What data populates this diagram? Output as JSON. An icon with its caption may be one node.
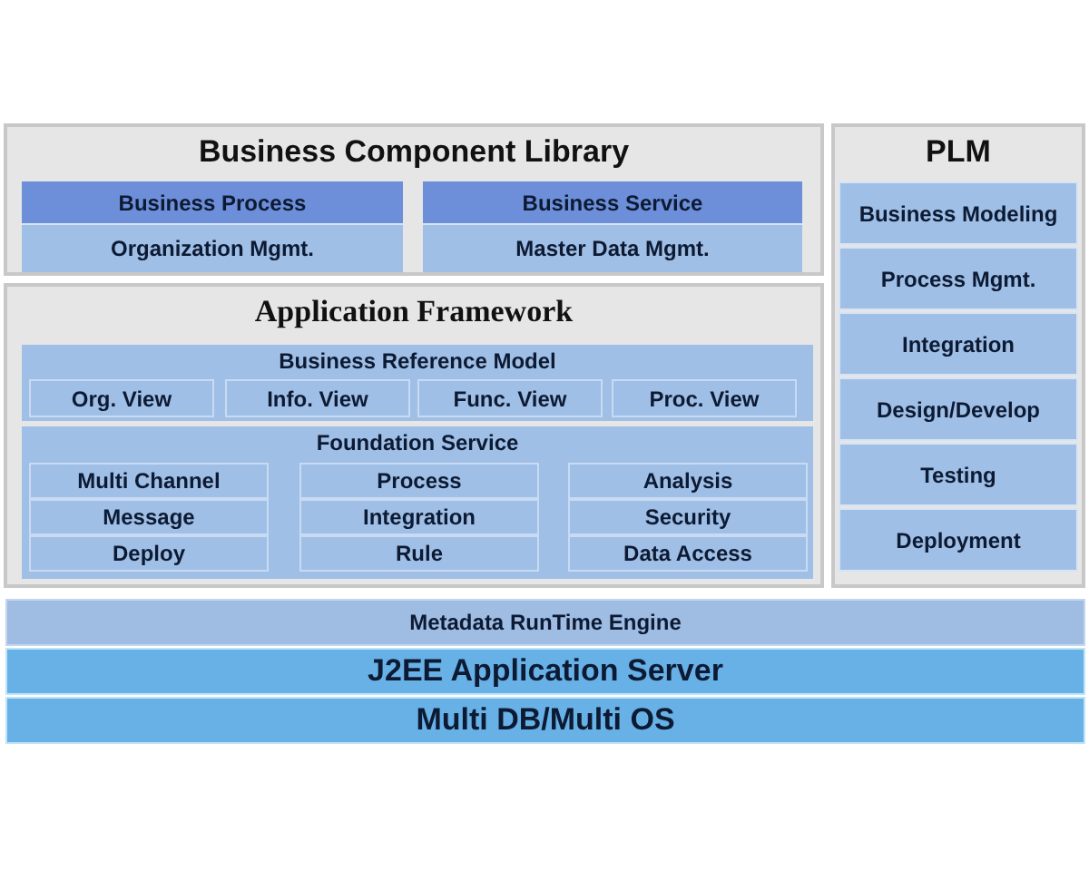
{
  "diagram": {
    "nodes": [
      {
        "text": [
          "Business Component Library"
        ]
      },
      {
        "text": [
          "Business Process"
        ],
        "in": 0
      },
      {
        "text": [
          "Organization Mgmt."
        ],
        "in": 0
      },
      {
        "text": [
          "Business Service"
        ],
        "in": 0
      },
      {
        "text": [
          "Master Data Mgmt."
        ],
        "in": 0
      },
      {
        "text": [
          "Application Framework"
        ]
      },
      {
        "text": [
          "Business Reference Model"
        ],
        "in": 5
      },
      {
        "text": [
          "Org. View"
        ],
        "in": 6
      },
      {
        "text": [
          "Info. View"
        ],
        "in": 6
      },
      {
        "text": [
          "Func. View"
        ],
        "in": 6
      },
      {
        "text": [
          "Proc. View"
        ],
        "in": 6
      },
      {
        "text": [
          "Foundation Service"
        ],
        "in": 5
      },
      {
        "text": [
          "Multi Channel"
        ],
        "in": 11
      },
      {
        "text": [
          "Message"
        ],
        "in": 11
      },
      {
        "text": [
          "Deploy"
        ],
        "in": 11
      },
      {
        "text": [
          "Process"
        ],
        "in": 11
      },
      {
        "text": [
          "Integration"
        ],
        "in": 11
      },
      {
        "text": [
          "Rule"
        ],
        "in": 11
      },
      {
        "text": [
          "Analysis"
        ],
        "in": 11
      },
      {
        "text": [
          "Security"
        ],
        "in": 11
      },
      {
        "text": [
          "Data Access"
        ],
        "in": 11
      },
      {
        "text": [
          "PLM"
        ]
      },
      {
        "text": [
          "Business Modeling"
        ],
        "in": 21
      },
      {
        "text": [
          "Process Mgmt."
        ],
        "in": 21
      },
      {
        "text": [
          "Integration"
        ],
        "in": 21
      },
      {
        "text": [
          "Design/Develop"
        ],
        "in": 21
      },
      {
        "text": [
          "Testing"
        ],
        "in": 21
      },
      {
        "text": [
          "Deployment"
        ],
        "in": 21
      },
      {
        "text": [
          "Metadata RunTime Engine"
        ]
      },
      {
        "text": [
          "J2EE Application Server"
        ]
      },
      {
        "text": [
          "Multi DB/Multi OS"
        ]
      }
    ]
  }
}
